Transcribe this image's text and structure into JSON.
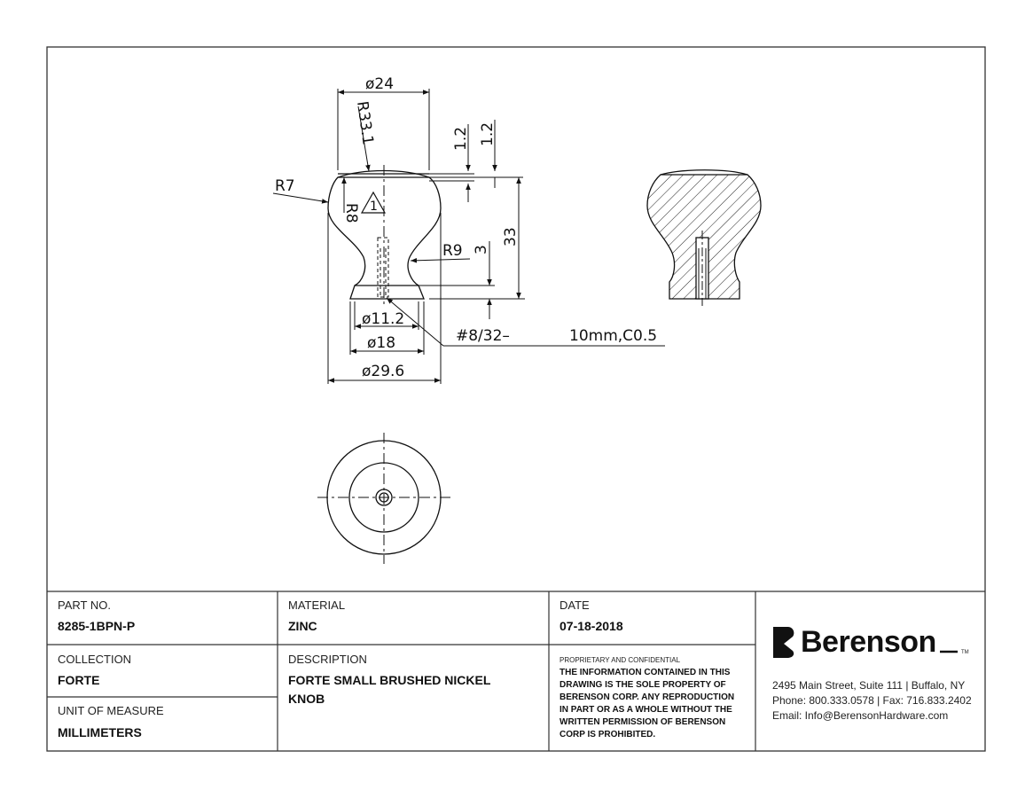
{
  "drawing": {
    "dims": {
      "d24": "ø24",
      "r331": "R33.1",
      "h12a": "1.2",
      "h12b": "1.2",
      "r7": "R7",
      "r8": "R8",
      "note1": "1",
      "r9": "R9",
      "d3": "3",
      "h33": "33",
      "d112": "ø11.2",
      "d18": "ø18",
      "d296": "ø29.6",
      "thread": "#8/32–",
      "thread_len": "10mm,C0.5"
    }
  },
  "title_block": {
    "part_no_label": "PART NO.",
    "part_no": "8285-1BPN-P",
    "material_label": "MATERIAL",
    "material": "ZINC",
    "date_label": "DATE",
    "date": "07-18-2018",
    "collection_label": "COLLECTION",
    "collection": "FORTE",
    "description_label": "DESCRIPTION",
    "description_line1": "FORTE SMALL BRUSHED NICKEL",
    "description_line2": "KNOB",
    "unit_label": "UNIT OF MEASURE",
    "unit": "MILLIMETERS",
    "proprietary_label": "PROPRIETARY AND CONFIDENTIAL",
    "legal_lines": [
      "THE INFORMATION CONTAINED IN THIS",
      "DRAWING IS THE SOLE PROPERTY OF",
      "BERENSON CORP. ANY REPRODUCTION",
      "IN PART OR AS A WHOLE WITHOUT THE",
      "WRITTEN PERMISSION OF BERENSON",
      "CORP IS PROHIBITED."
    ],
    "company": "Berenson",
    "tm": "TM",
    "address": "2495 Main Street, Suite 111 | Buffalo, NY",
    "phone": "Phone: 800.333.0578 | Fax: 716.833.2402",
    "email": "Email: Info@BerensonHardware.com"
  }
}
